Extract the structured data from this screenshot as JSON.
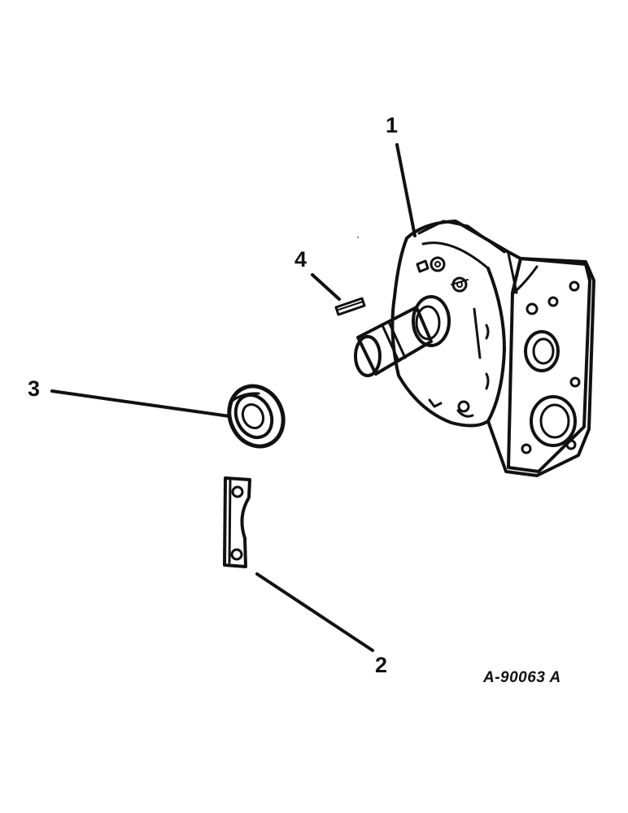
{
  "callouts": {
    "c1": "1",
    "c2": "2",
    "c3": "3",
    "c4": "4"
  },
  "drawing_id": "A-90063 A",
  "colors": {
    "ink": "#111111",
    "paper": "#ffffff"
  }
}
